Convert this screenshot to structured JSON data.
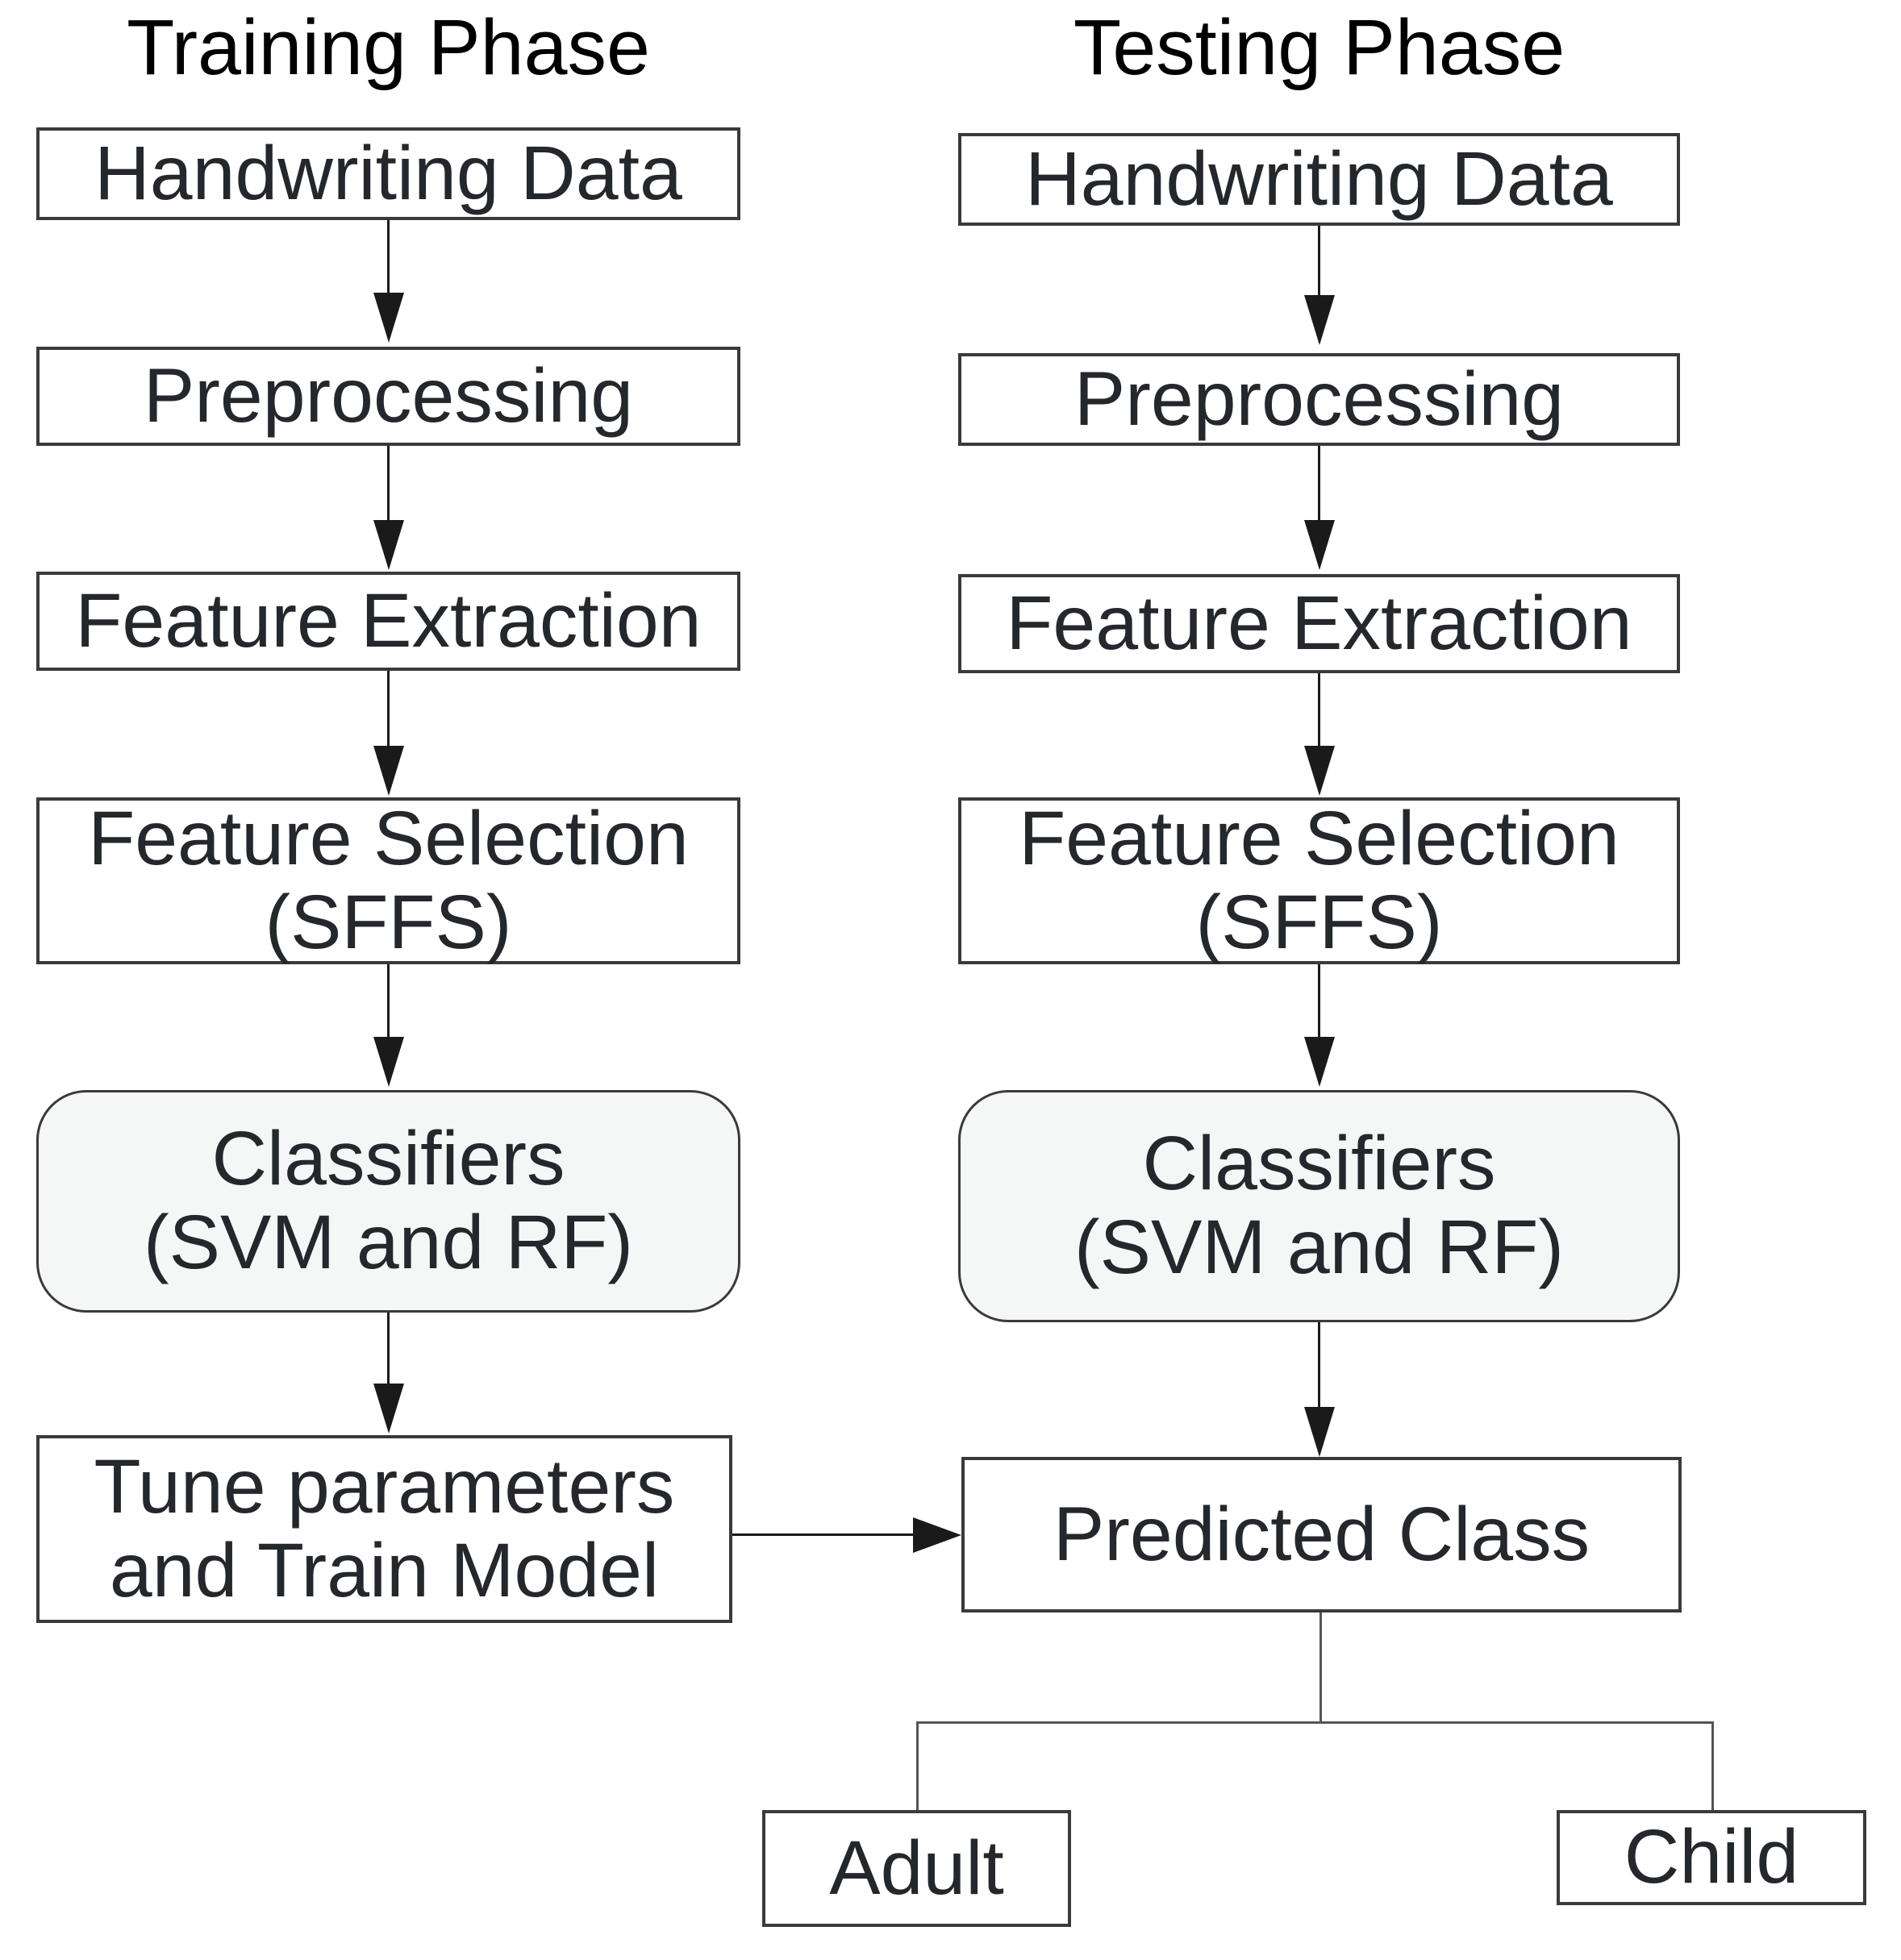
{
  "diagram": {
    "training": {
      "title": "Training Phase",
      "handwriting": "Handwriting Data",
      "preprocessing": "Preprocessing",
      "feature_extraction": "Feature Extraction",
      "feature_selection_1": "Feature Selection",
      "feature_selection_2": "(SFFS)",
      "classifiers_1": "Classifiers",
      "classifiers_2": "(SVM and RF)",
      "tune_1": "Tune parameters",
      "tune_2": "and Train Model"
    },
    "testing": {
      "title": "Testing Phase",
      "handwriting": "Handwriting Data",
      "preprocessing": "Preprocessing",
      "feature_extraction": "Feature Extraction",
      "feature_selection_1": "Feature Selection",
      "feature_selection_2": "(SFFS)",
      "classifiers_1": "Classifiers",
      "classifiers_2": "(SVM and RF)",
      "predicted_class": "Predicted Class"
    },
    "outputs": {
      "adult": "Adult",
      "child": "Child"
    },
    "colors": {
      "box_border": "#3a3a3a",
      "classifier_fill": "#f5f6f6",
      "text": "#24282c",
      "arrow": "#1a1a1a",
      "connector": "#555555"
    }
  }
}
